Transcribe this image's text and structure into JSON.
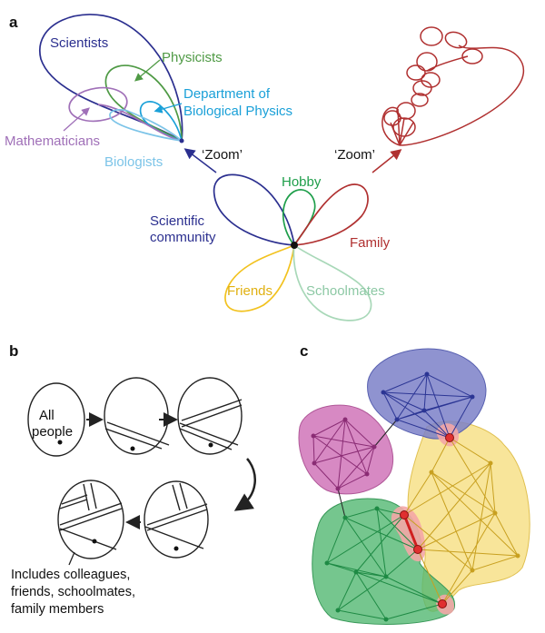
{
  "panels": {
    "a": "a",
    "b": "b",
    "c": "c"
  },
  "panel_a": {
    "groups": {
      "scientists": "Scientists",
      "physicists": "Physicists",
      "dept_line1": "Department of",
      "dept_line2": "Biological Physics",
      "mathematicians": "Mathematicians",
      "biologists": "Biologists"
    },
    "zoom_left": "‘Zoom’",
    "zoom_right": "‘Zoom’",
    "communities": {
      "hobby": "Hobby",
      "scientific_line1": "Scientific",
      "scientific_line2": "community",
      "family": "Family",
      "friends": "Friends",
      "schoolmates": "Schoolmates"
    }
  },
  "panel_b": {
    "start_line1": "All",
    "start_line2": "people",
    "caption": [
      "Includes colleagues,",
      "friends, schoolmates,",
      "family members"
    ]
  },
  "colors": {
    "scientists": "#2b2f8f",
    "physicists": "#4f9a45",
    "department": "#1aa0d8",
    "mathematicians": "#a070b8",
    "biologists": "#7cc4e8",
    "hobby": "#1e9e4a",
    "family": "#b03030",
    "friends": "#f2c21f",
    "schoolmates": "#a8d8b8",
    "blue_community": "#7b80c8",
    "pink_community": "#d074b8",
    "yellow_community": "#f6dc78",
    "green_community": "#52b872",
    "overlap_node": "#e03030"
  }
}
